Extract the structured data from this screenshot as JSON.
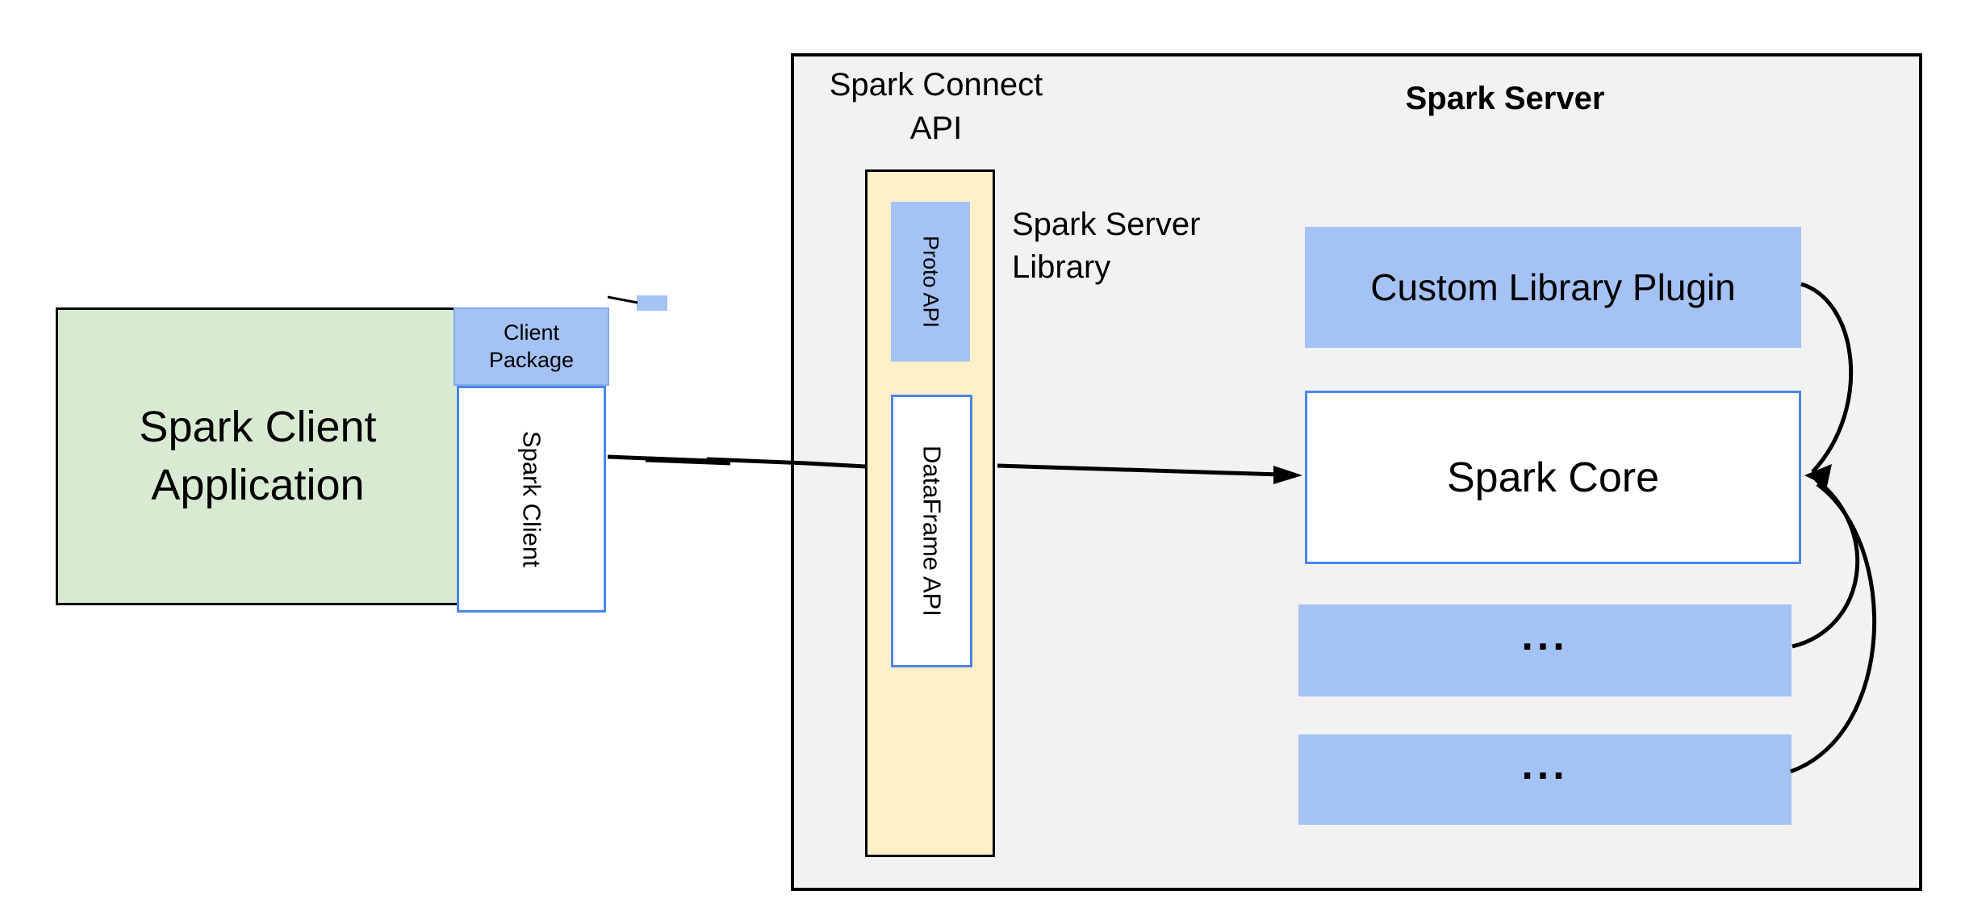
{
  "client_area": {
    "app_line1": "Spark Client",
    "app_line2": "Application",
    "package_line1": "Client",
    "package_line2": "Package",
    "client_vertical_label": "Spark Client"
  },
  "connect_area": {
    "title_line1": "Spark Connect",
    "title_line2": "API",
    "proto_label": "Proto API",
    "dataframe_label": "DataFrame API",
    "library_line1": "Spark Server",
    "library_line2": "Library"
  },
  "server_area": {
    "title": "Spark Server",
    "plugin_label": "Custom Library Plugin",
    "core_label": "Spark Core",
    "ellipsis_box1": "...",
    "ellipsis_box2": "..."
  },
  "colors": {
    "green_fill": "#d9ead3",
    "blue_fill": "#a4c2f4",
    "yellow_fill": "#fdf0c8",
    "gray_fill": "#f2f2f2",
    "blue_border": "#4a86e8",
    "line_color": "#000000"
  }
}
